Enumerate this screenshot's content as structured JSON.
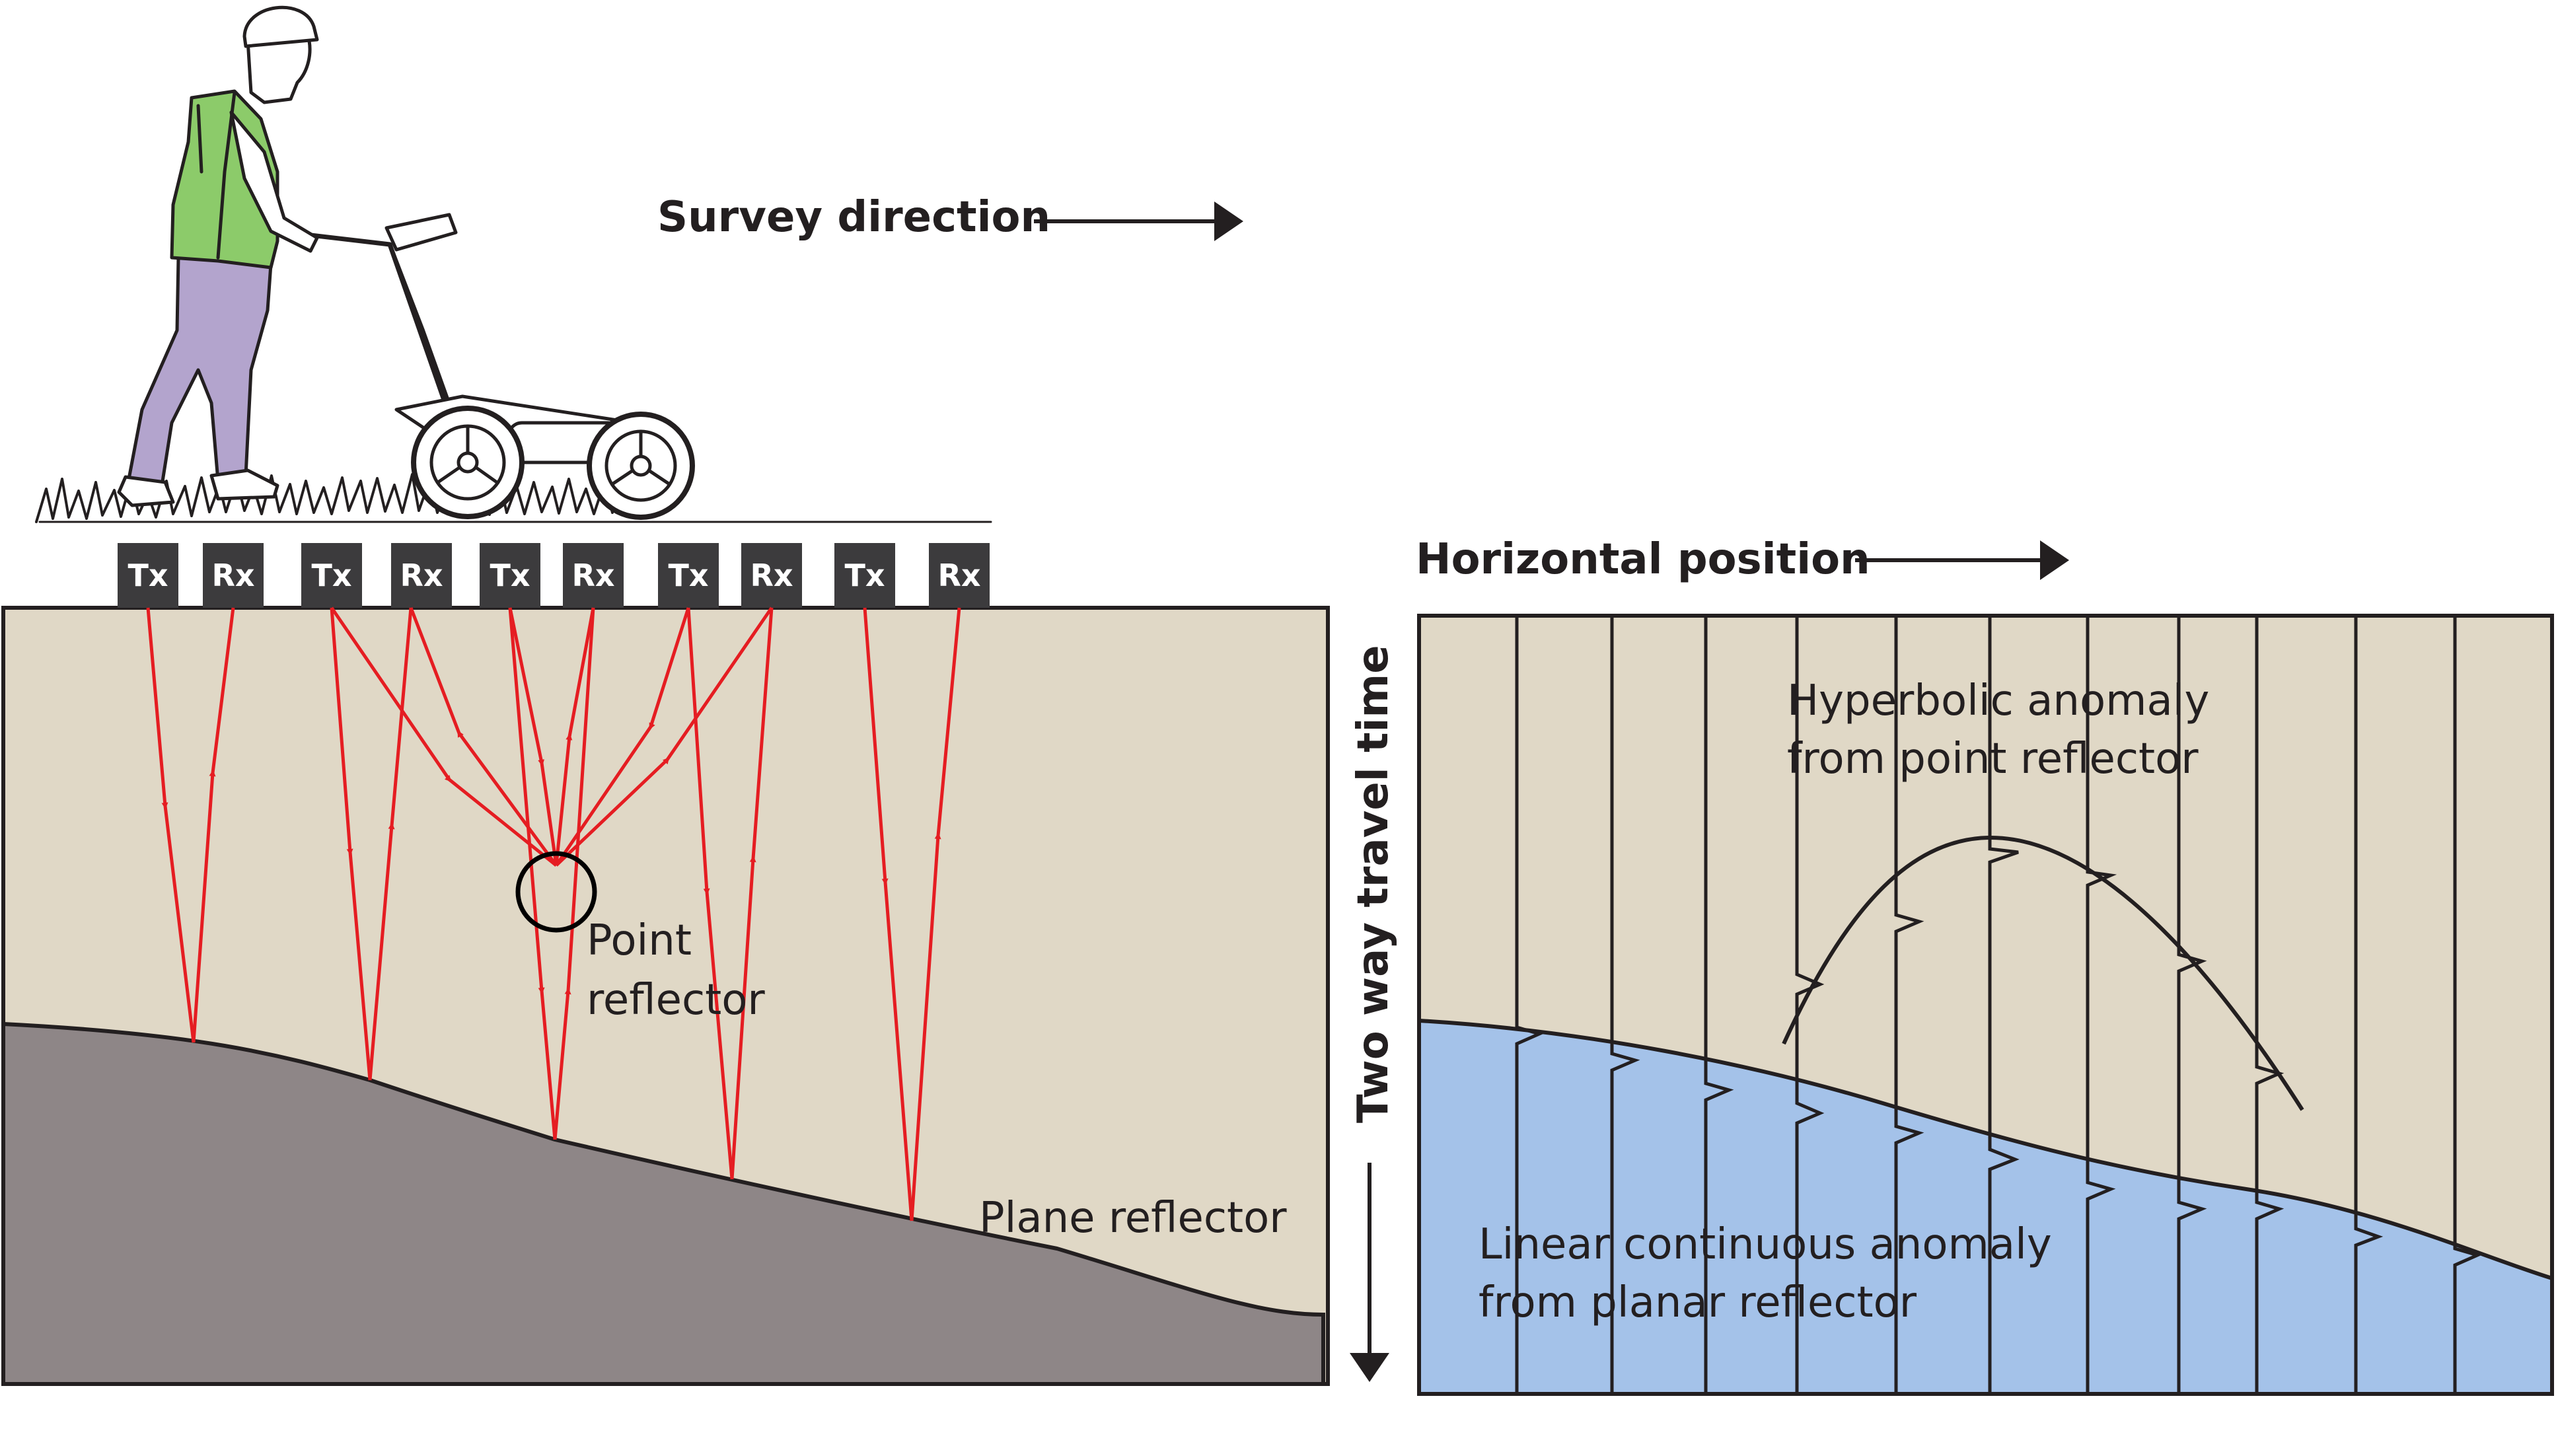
{
  "labels": {
    "survey_direction": "Survey direction",
    "horizontal_position": "Horizontal position",
    "two_way_travel_time": "Two way travel time",
    "point_reflector_1": "Point",
    "point_reflector_2": "reflector",
    "plane_reflector": "Plane reflector",
    "hyperbolic_1": "Hyperbolic anomaly",
    "hyperbolic_2": "from point reflector",
    "linear_1": "Linear continuous anomaly",
    "linear_2": "from planar reflector"
  },
  "antennas": [
    "Tx",
    "Rx",
    "Tx",
    "Rx",
    "Tx",
    "Rx",
    "Tx",
    "Rx",
    "Tx",
    "Rx"
  ],
  "colors": {
    "soil": "#e0d8c6",
    "bedrock": "#8e8687",
    "ray": "#e51d22",
    "water_blue": "#a4c2e9",
    "antenna_box": "#3c3b3d",
    "outline": "#231f20",
    "shirt": "#8ccb6a",
    "pants": "#b3a4cd"
  },
  "icons": [
    "gpr-operator-icon",
    "gpr-cart-icon",
    "grass-icon",
    "arrow-right-icon",
    "arrow-down-icon"
  ]
}
